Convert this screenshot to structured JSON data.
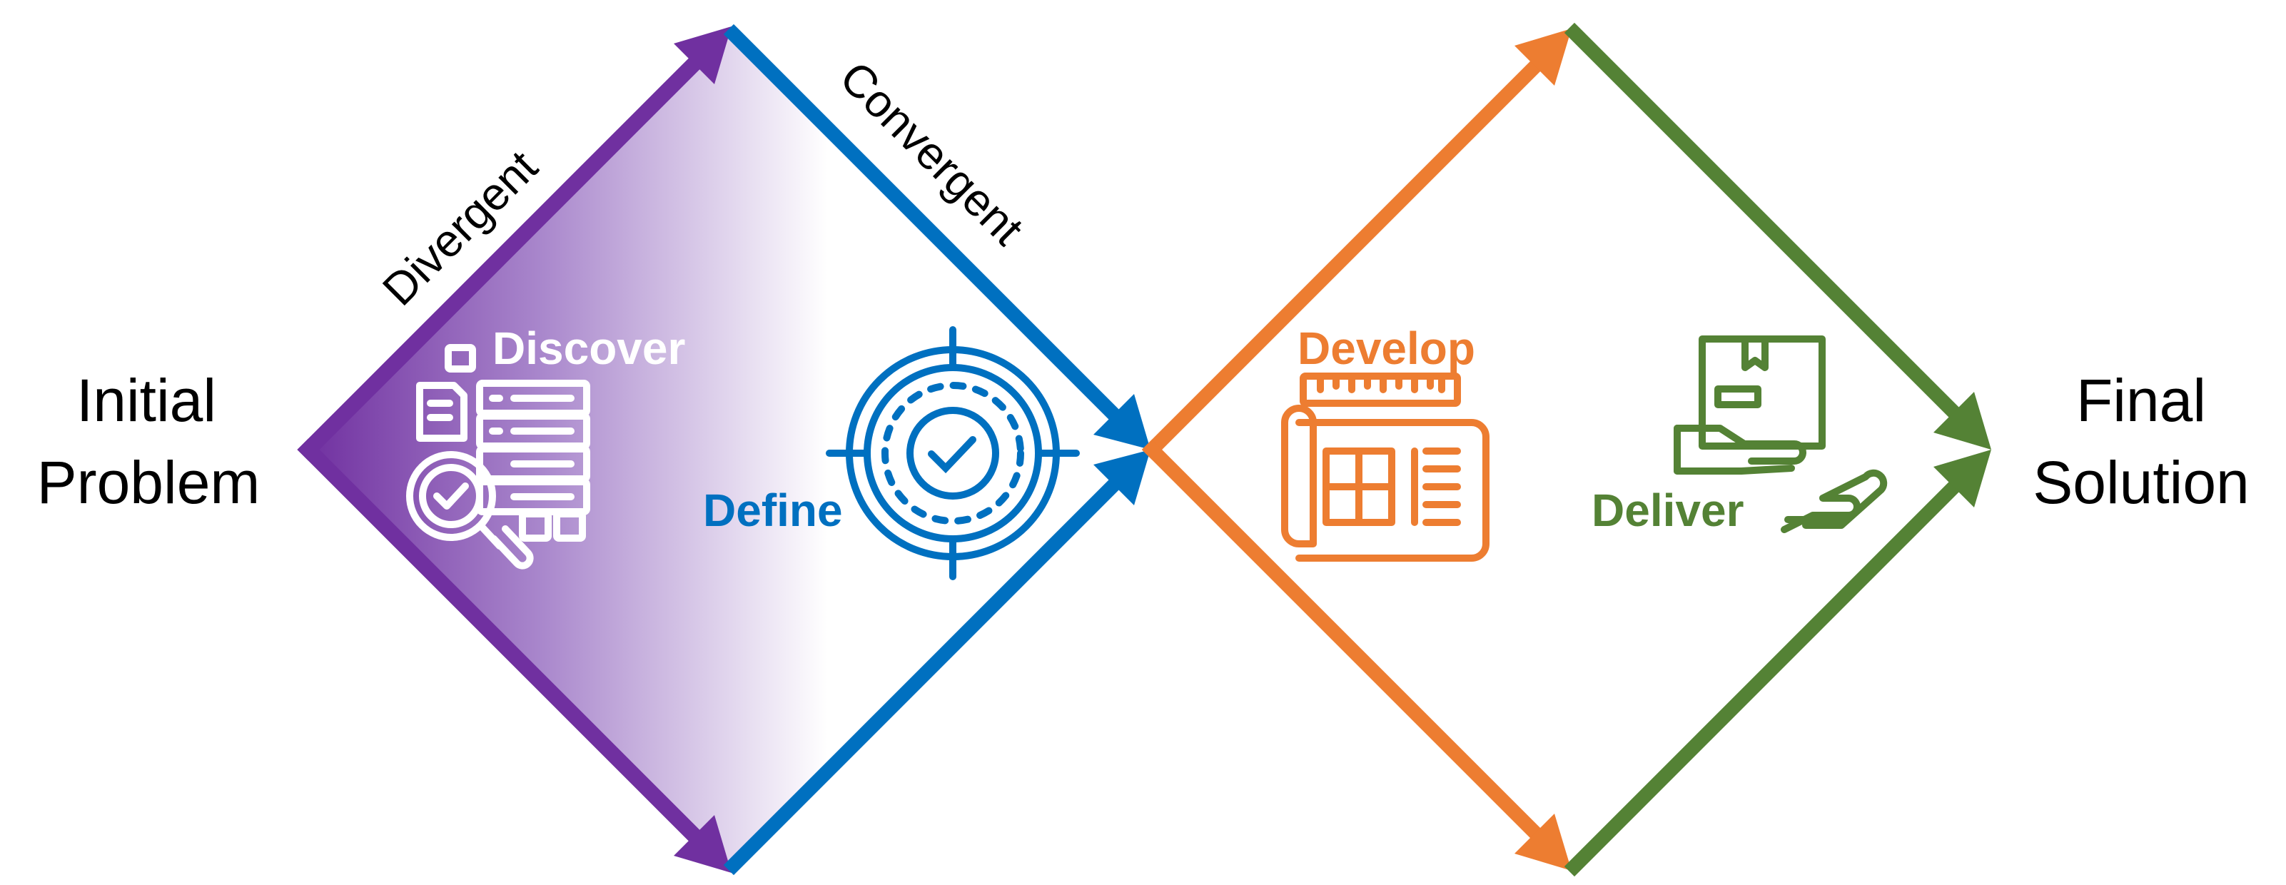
{
  "diagram": {
    "start_label": [
      "Initial",
      "Problem"
    ],
    "end_label": [
      "Final",
      "Solution"
    ],
    "divergent_label": "Divergent",
    "convergent_label": "Convergent",
    "phases": [
      {
        "key": "discover",
        "label": "Discover",
        "color": "#ffffff",
        "icon": "research-icon"
      },
      {
        "key": "define",
        "label": "Define",
        "color": "#0070c0",
        "icon": "target-icon"
      },
      {
        "key": "develop",
        "label": "Develop",
        "color": "#ed7d31",
        "icon": "blueprint-icon"
      },
      {
        "key": "deliver",
        "label": "Deliver",
        "color": "#548235",
        "icon": "delivery-icon"
      }
    ],
    "colors": {
      "divergent_purple": "#7030a0",
      "define_blue": "#0070c0",
      "develop_orange": "#ed7d31",
      "deliver_green": "#548235"
    }
  }
}
